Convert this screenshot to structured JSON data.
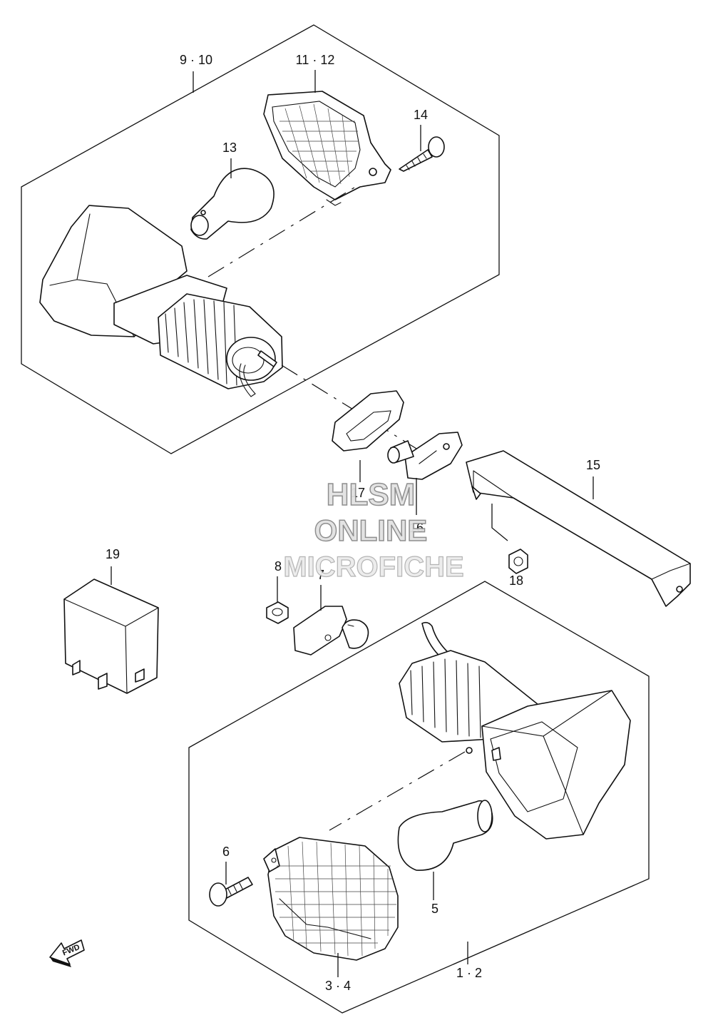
{
  "callouts": {
    "c_9_10": "9 · 10",
    "c_11_12": "11 · 12",
    "c_13": "13",
    "c_14": "14",
    "c_15": "15",
    "c_16": "16",
    "c_17": "17",
    "c_18": "18",
    "c_19": "19",
    "c_8": "8",
    "c_7": "7",
    "c_6": "6",
    "c_5": "5",
    "c_3_4": "3 · 4",
    "c_1_2": "1 · 2"
  },
  "watermark": {
    "line1": "HLSM",
    "line2": "ONLINE",
    "line3": "MICROFICHE"
  },
  "fwd_label": "FWD",
  "colors": {
    "line": "#111111",
    "watermark_fill": "#d9d9d9",
    "watermark_stroke": "#8a8a8a"
  }
}
